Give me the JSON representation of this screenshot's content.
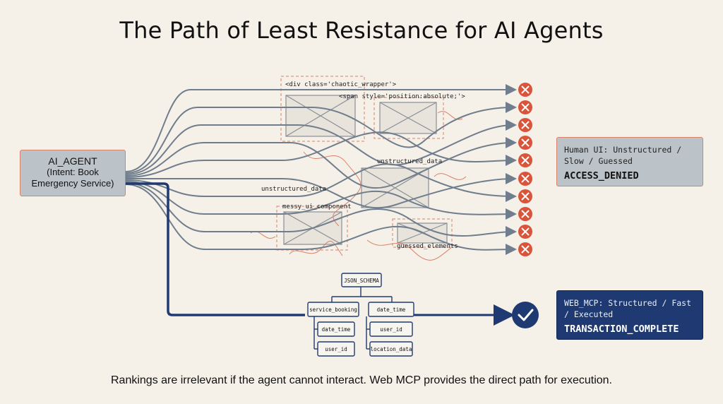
{
  "title": "The Path of Least Resistance for AI Agents",
  "caption": "Rankings are irrelevant if the agent cannot interact. Web MCP provides the direct path for execution.",
  "agent": {
    "name": "AI_AGENT",
    "intent_line1": "(Intent: Book",
    "intent_line2": "Emergency Service)"
  },
  "human_ui": {
    "line1": "Human UI: Unstructured /",
    "line2": "Slow / Guessed",
    "status": "ACCESS_DENIED"
  },
  "web_mcp": {
    "line1": "WEB_MCP: Structured / Fast",
    "line2": "/ Executed",
    "status": "TRANSACTION_COMPLETE"
  },
  "chaos_labels": {
    "div": "<div class='chaotic_wrapper'>",
    "span": "<span style='position:absolute;'>",
    "unstructured_data_1": "unstructured_data",
    "unstructured_data_2": "unstructured_data",
    "messy_ui": "messy_ui_component",
    "guessed": "guessed_elements"
  },
  "schema": {
    "root": "JSON_SCHEMA",
    "left": "service_booking",
    "right": "date_time",
    "left_children": [
      "date_time",
      "user_id"
    ],
    "right_children": [
      "user_id",
      "location_data"
    ]
  },
  "colors": {
    "background": "#f5f0e8",
    "fail_red": "#d9543a",
    "success_navy": "#1f3a72",
    "chaos_line": "#6f7d8c",
    "scribble": "#d9826a"
  },
  "icons": {
    "fail": "x-circle-icon",
    "success": "check-circle-icon"
  }
}
